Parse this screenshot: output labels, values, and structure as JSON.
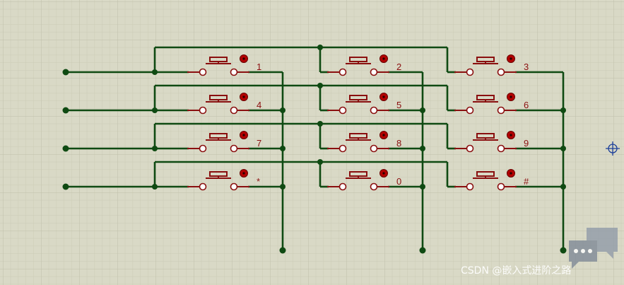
{
  "schematic": {
    "grid": {
      "minor_color": "#ccccb8",
      "major_color": "#c2c2ae",
      "background": "#d9d9c6"
    },
    "colors": {
      "wire": "#0f4a12",
      "component": "#8a0f0f",
      "button_dot": "#b30000"
    },
    "buttons": [
      {
        "label": "1"
      },
      {
        "label": "2"
      },
      {
        "label": "3"
      },
      {
        "label": "4"
      },
      {
        "label": "5"
      },
      {
        "label": "6"
      },
      {
        "label": "7"
      },
      {
        "label": "8"
      },
      {
        "label": "9"
      },
      {
        "label": "*"
      },
      {
        "label": "0"
      },
      {
        "label": "#"
      }
    ]
  },
  "overlay": {
    "watermark": "CSDN @嵌入式进阶之路",
    "chat_icon": "chat-bubble-icon",
    "origin_marker": "crosshair-icon"
  }
}
